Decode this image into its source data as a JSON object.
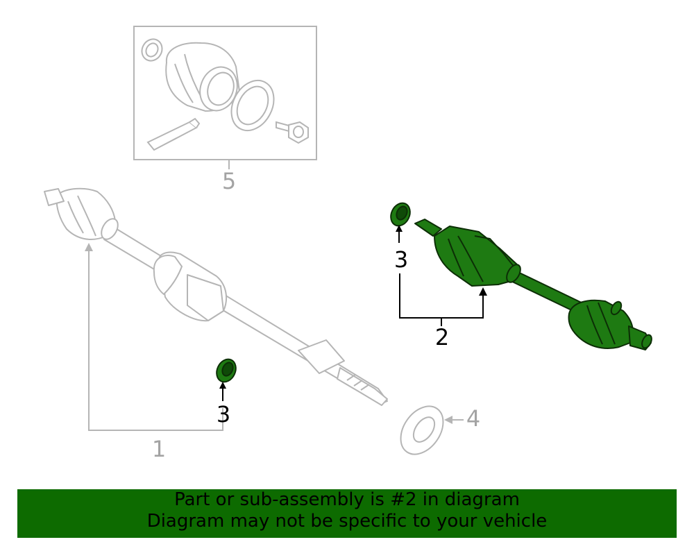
{
  "callouts": {
    "c1": "1",
    "c2": "2",
    "c3a": "3",
    "c3b": "3",
    "c4": "4",
    "c5": "5"
  },
  "banner": {
    "line1": "Part or sub-assembly is #2 in diagram",
    "line2": "Diagram may not be specific to your vehicle"
  },
  "colors": {
    "highlight_fill": "#1e7a12",
    "highlight_stroke": "#0c2e06",
    "ghost_line": "#b5b5b5",
    "banner_bg": "#0d6b00"
  }
}
